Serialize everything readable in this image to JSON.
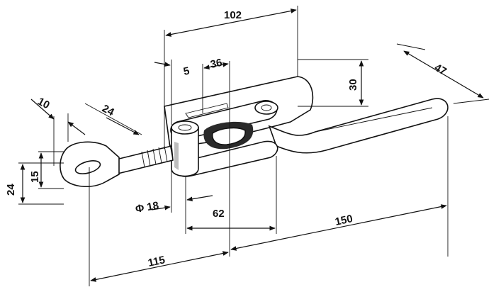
{
  "drawing": {
    "dimensions": {
      "d102": "102",
      "d36": "36",
      "d5": "5",
      "d30": "30",
      "d47": "47",
      "d24_top": "24",
      "d10": "10",
      "d15": "15",
      "d24_left": "24",
      "d18": "Φ 18",
      "d62": "62",
      "d150": "150",
      "d115": "115"
    }
  }
}
